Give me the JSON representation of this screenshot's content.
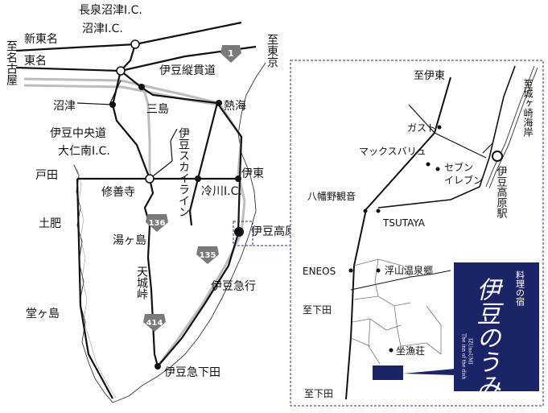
{
  "labels": {
    "nagaizumi_ic": "長泉沼津I.C.",
    "numazu_ic": "沼津I.C.",
    "shin_tomei": "新東名",
    "tomei": "東名",
    "to_nagoya": "至名古屋",
    "to_tokyo": "至東京",
    "izu_jukan": "伊豆縦貫道",
    "numazu": "沼津",
    "mishima": "三島",
    "atami": "熱海",
    "izu_chuodo": "伊豆中央道",
    "ohito_ic": "大仁南I.C.",
    "izu_skyline": "伊豆スカイライン",
    "heda": "戸田",
    "shuzenji": "修善寺",
    "reikawa_ic": "冷川I.C.",
    "ito": "伊東",
    "toi": "土肥",
    "yugashima": "湯ヶ島",
    "izukogen": "伊豆高原",
    "amagi": "天城峠",
    "izukyu": "伊豆急行",
    "dogashima": "堂ヶ島",
    "izukyu_shimoda": "伊豆急下田"
  },
  "shields": {
    "route1": "1",
    "route136": "136",
    "route135": "135",
    "route414": "414"
  },
  "inset": {
    "to_ito": "至伊東",
    "to_jogasaki": "至城ヶ崎海岸",
    "gusto": "ガスト",
    "maxvalu": "マックスバリュ",
    "seven": "セブンイレブン",
    "izukogen_station": "伊豆高原駅",
    "hachiman": "八幡野観音",
    "tsutaya": "TSUTAYA",
    "eneos": "ENEOS",
    "ukiyama": "浮山温泉郷",
    "to_shimoda_1": "至下田",
    "zagyoso": "坐漁荘",
    "to_shimoda_2": "至下田"
  },
  "logo": {
    "subtitle": "料理の宿",
    "main_glyphs": "伊豆のうみ",
    "english_line1": "The inn of the dish",
    "english_line2": "IZUnoUMI"
  },
  "colors": {
    "road": "#111111",
    "rail_light": "#bdbdbd",
    "shield_gray": "#7a7a7a",
    "dashed_blue": "#2a2f7a",
    "logo_navy": "#1c2468",
    "location_marker": "#1c2468"
  }
}
